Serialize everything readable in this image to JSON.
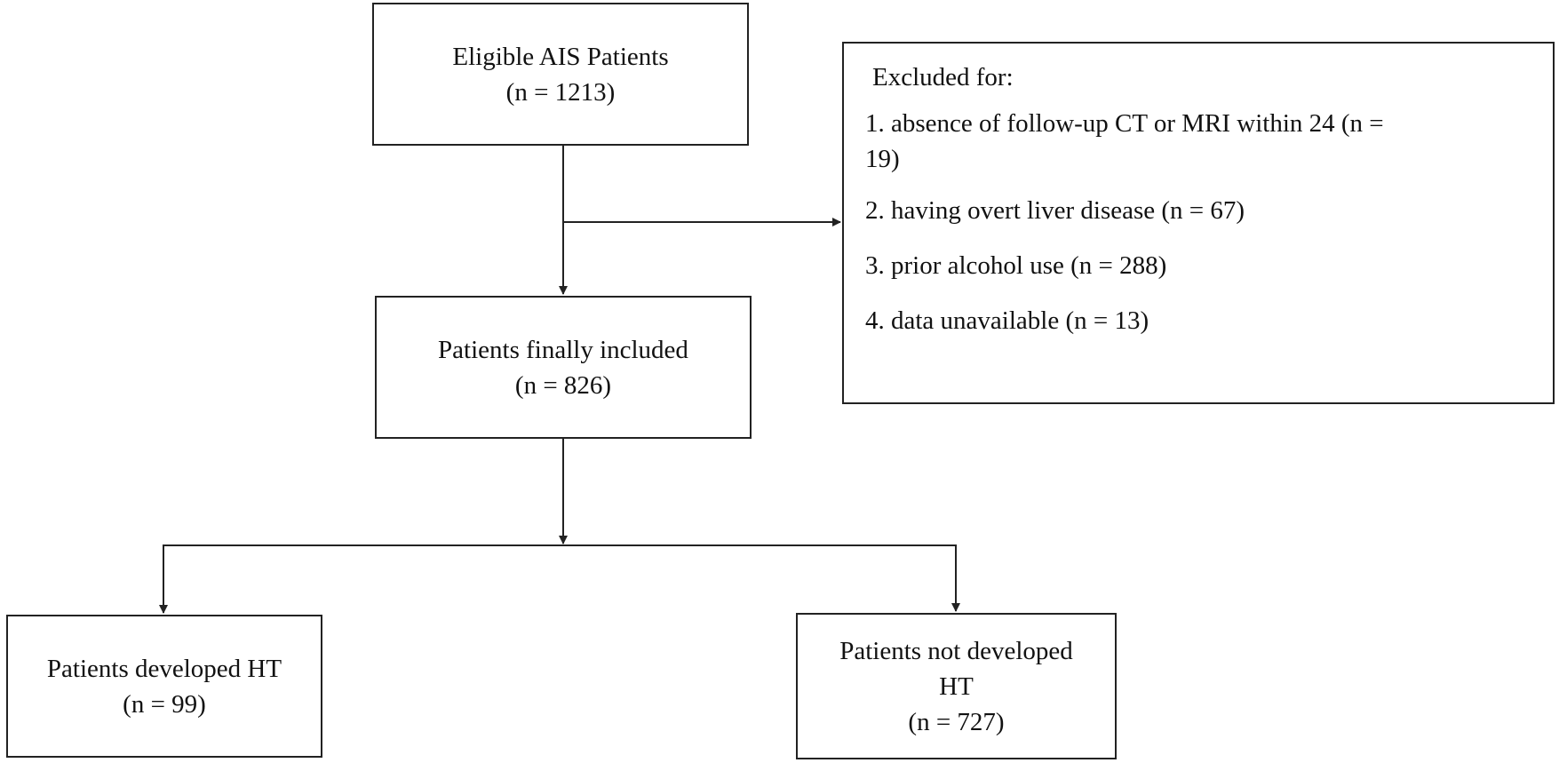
{
  "eligible": {
    "title": "Eligible AIS Patients",
    "count": "(n = 1213)"
  },
  "excluded": {
    "heading": "Excluded for:",
    "items": [
      {
        "line1": "1. absence of follow-up CT or MRI within 24 (n =",
        "line2": "19)"
      },
      {
        "line1": "2. having overt liver disease (n = 67)"
      },
      {
        "line1": "3. prior alcohol use (n = 288)"
      },
      {
        "line1": "4. data unavailable (n = 13)"
      }
    ]
  },
  "included": {
    "title": "Patients finally included",
    "count": "(n = 826)"
  },
  "developed": {
    "title": "Patients developed HT",
    "count": "(n = 99)"
  },
  "not_developed": {
    "title_line1": "Patients not developed",
    "title_line2": "HT",
    "count": "(n = 727)"
  }
}
